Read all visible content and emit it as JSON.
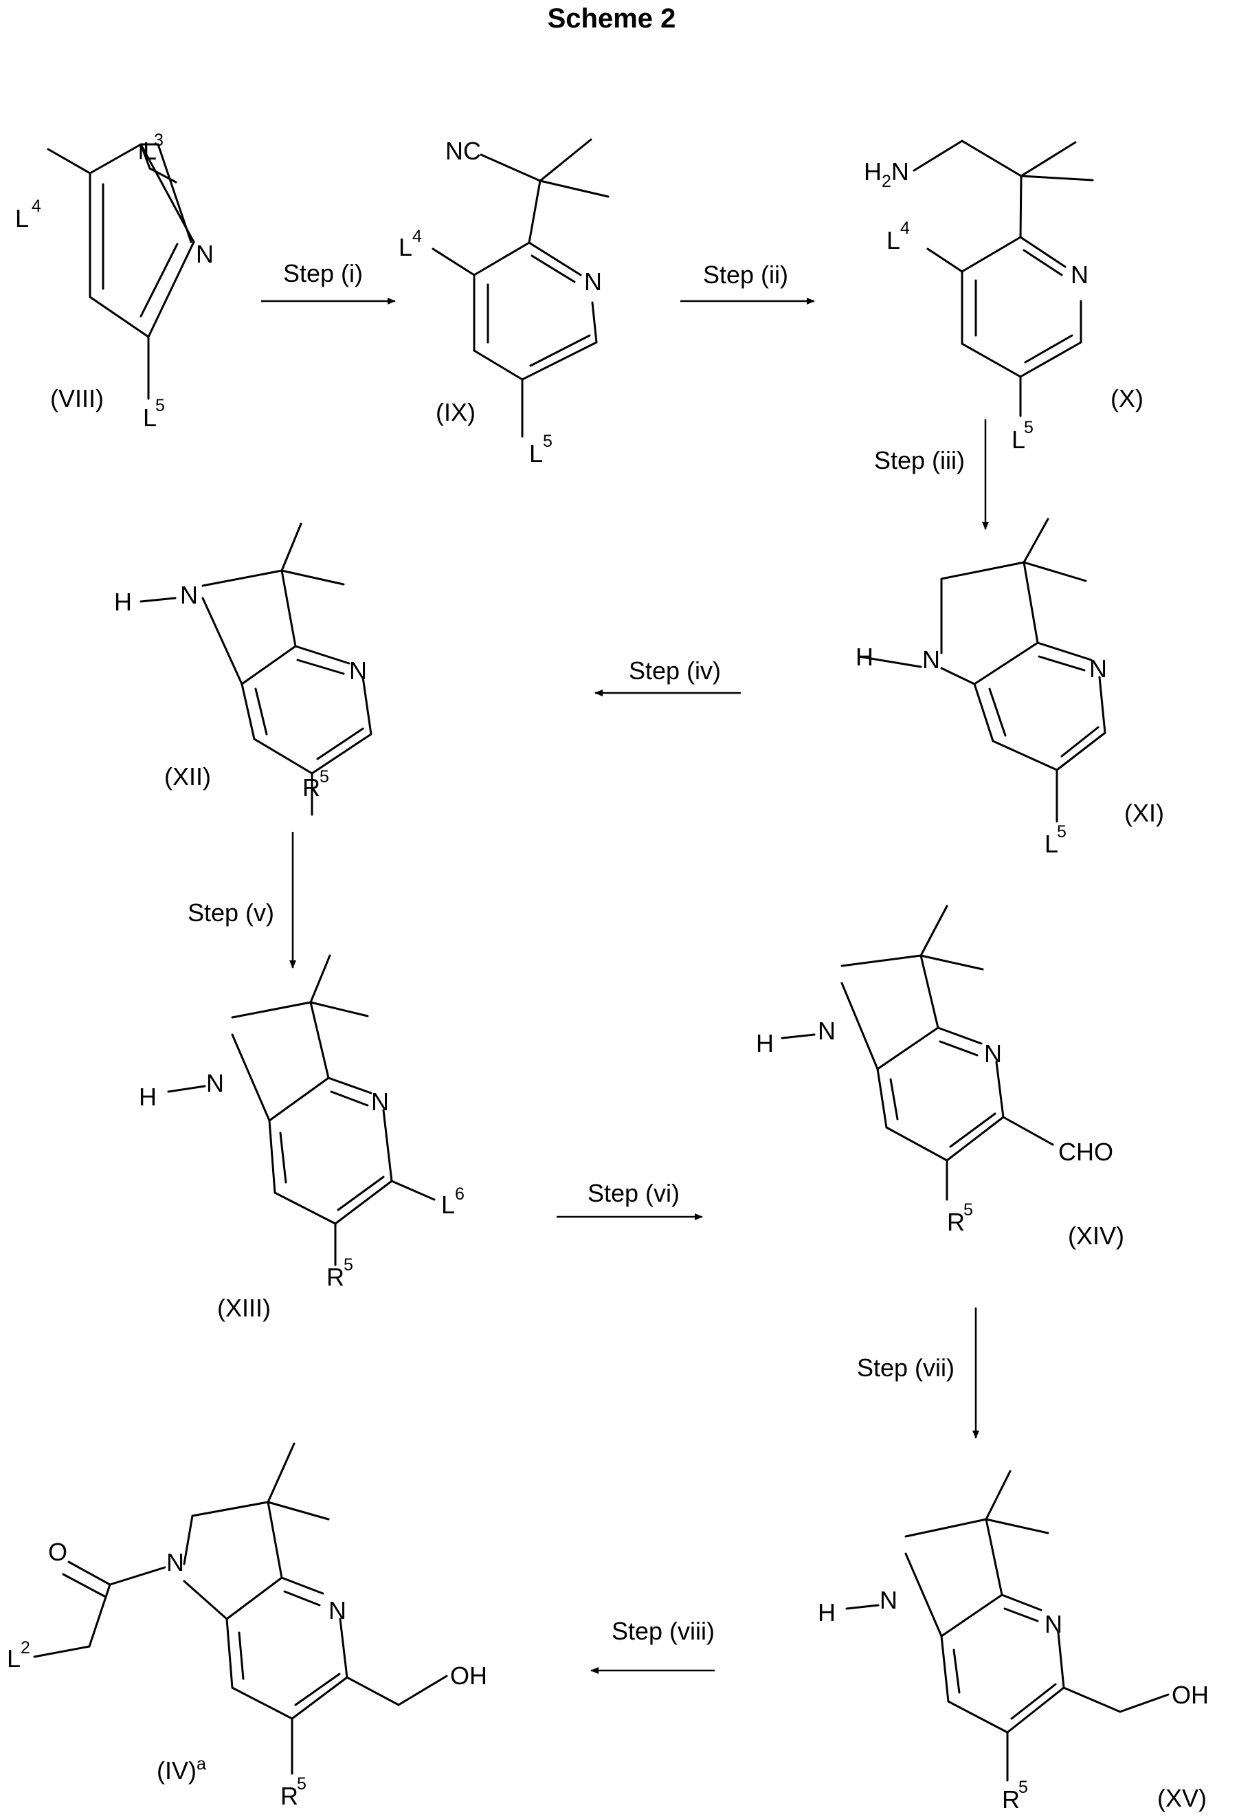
{
  "title": "Scheme 2",
  "steps": {
    "s1": "Step (i)",
    "s2": "Step (ii)",
    "s3": "Step (iii)",
    "s4": "Step (iv)",
    "s5": "Step (v)",
    "s6": "Step (vi)",
    "s7": "Step (vii)",
    "s8": "Step (viii)"
  },
  "compounds": {
    "c8": "(VIII)",
    "c9": "(IX)",
    "c10": "(X)",
    "c11": "(XI)",
    "c12": "(XII)",
    "c13": "(XIII)",
    "c14": "(XIV)",
    "c15": "(XV)",
    "c4": "(IV)",
    "c4_sup": "a"
  },
  "atoms": {
    "N": "N",
    "H": "H",
    "L": "L",
    "R": "R",
    "O": "O",
    "NC": "NC",
    "H2N_H": "H",
    "H2N_2": "2",
    "H2N_N": "N",
    "CHO": "CHO",
    "OH": "OH",
    "n2": "2",
    "n3": "3",
    "n4": "4",
    "n5": "5",
    "n6": "6"
  }
}
